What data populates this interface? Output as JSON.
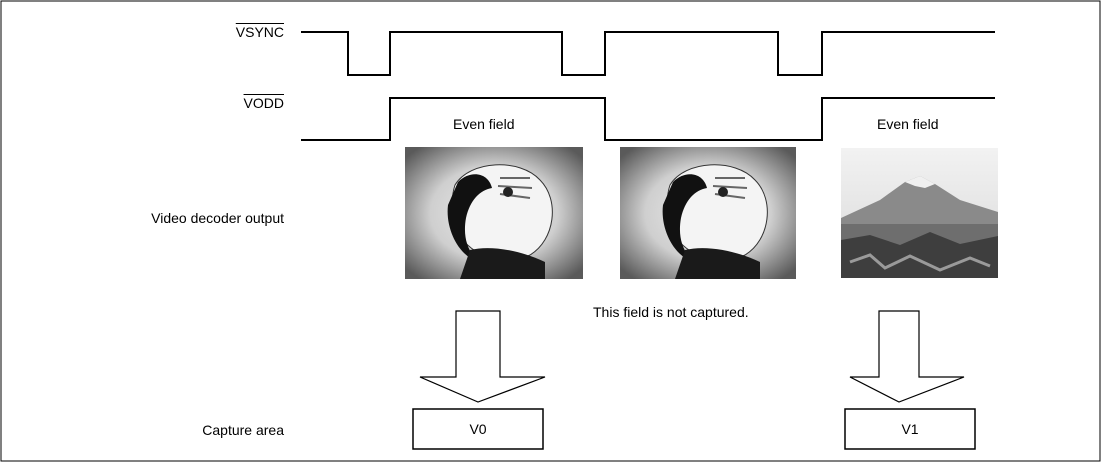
{
  "signals": {
    "vsync_label": "VSYNC",
    "vodd_label": "VODD",
    "video_output_label": "Video decoder output",
    "capture_area_label": "Capture area"
  },
  "fields": [
    {
      "label": "Even field",
      "image": "parrot"
    },
    {
      "label": "",
      "image": "parrot"
    },
    {
      "label": "Even field",
      "image": "mountain"
    }
  ],
  "note": "This field is not captured.",
  "capture_boxes": [
    "V0",
    "V1"
  ]
}
